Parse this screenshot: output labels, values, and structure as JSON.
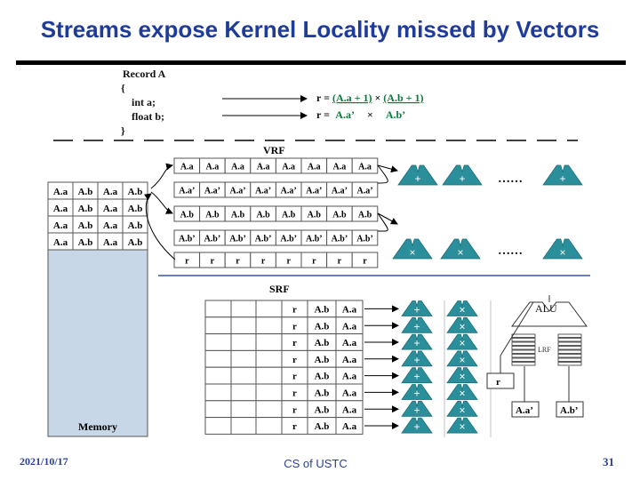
{
  "slide": {
    "title": "Streams expose Kernel Locality missed by Vectors",
    "footer_date": "2021/10/17",
    "footer_center": "CS of USTC",
    "page_number": "31"
  },
  "code": {
    "lines": [
      "Record A",
      "{",
      "int a;",
      "float b;",
      "}"
    ],
    "expr1": [
      "r = ",
      "(A.a + 1)",
      " × ",
      "(A.b + 1)"
    ],
    "expr2": [
      "r = ",
      "A.a’",
      "×",
      "A.b’"
    ]
  },
  "memory": {
    "label": "Memory",
    "cells": [
      "A.a",
      "A.b",
      "A.a",
      "A.b"
    ],
    "rows": 4
  },
  "vrf": {
    "label": "VRF",
    "row_labels": [
      "A.a",
      "A.a’",
      "A.b",
      "A.b’",
      "r"
    ],
    "cols": 8,
    "op_plus": "+",
    "op_times": "×",
    "ellipsis": "……"
  },
  "srf": {
    "label": "SRF",
    "row_cells": [
      "r",
      "A.b",
      "A.a"
    ],
    "rows": 8,
    "op_plus": "+",
    "op_times": "×"
  },
  "alu": {
    "label": "ALU",
    "lrf_label": "LRF",
    "reg_r": "r",
    "reg_a": "A.a’",
    "reg_b": "A.b’"
  },
  "colors": {
    "title": "#1f3c99",
    "green": "#0a7a3a",
    "alu_teal": "#2a8f9a",
    "memory_fill": "#c8d7e8",
    "footer": "#2a3f97"
  }
}
